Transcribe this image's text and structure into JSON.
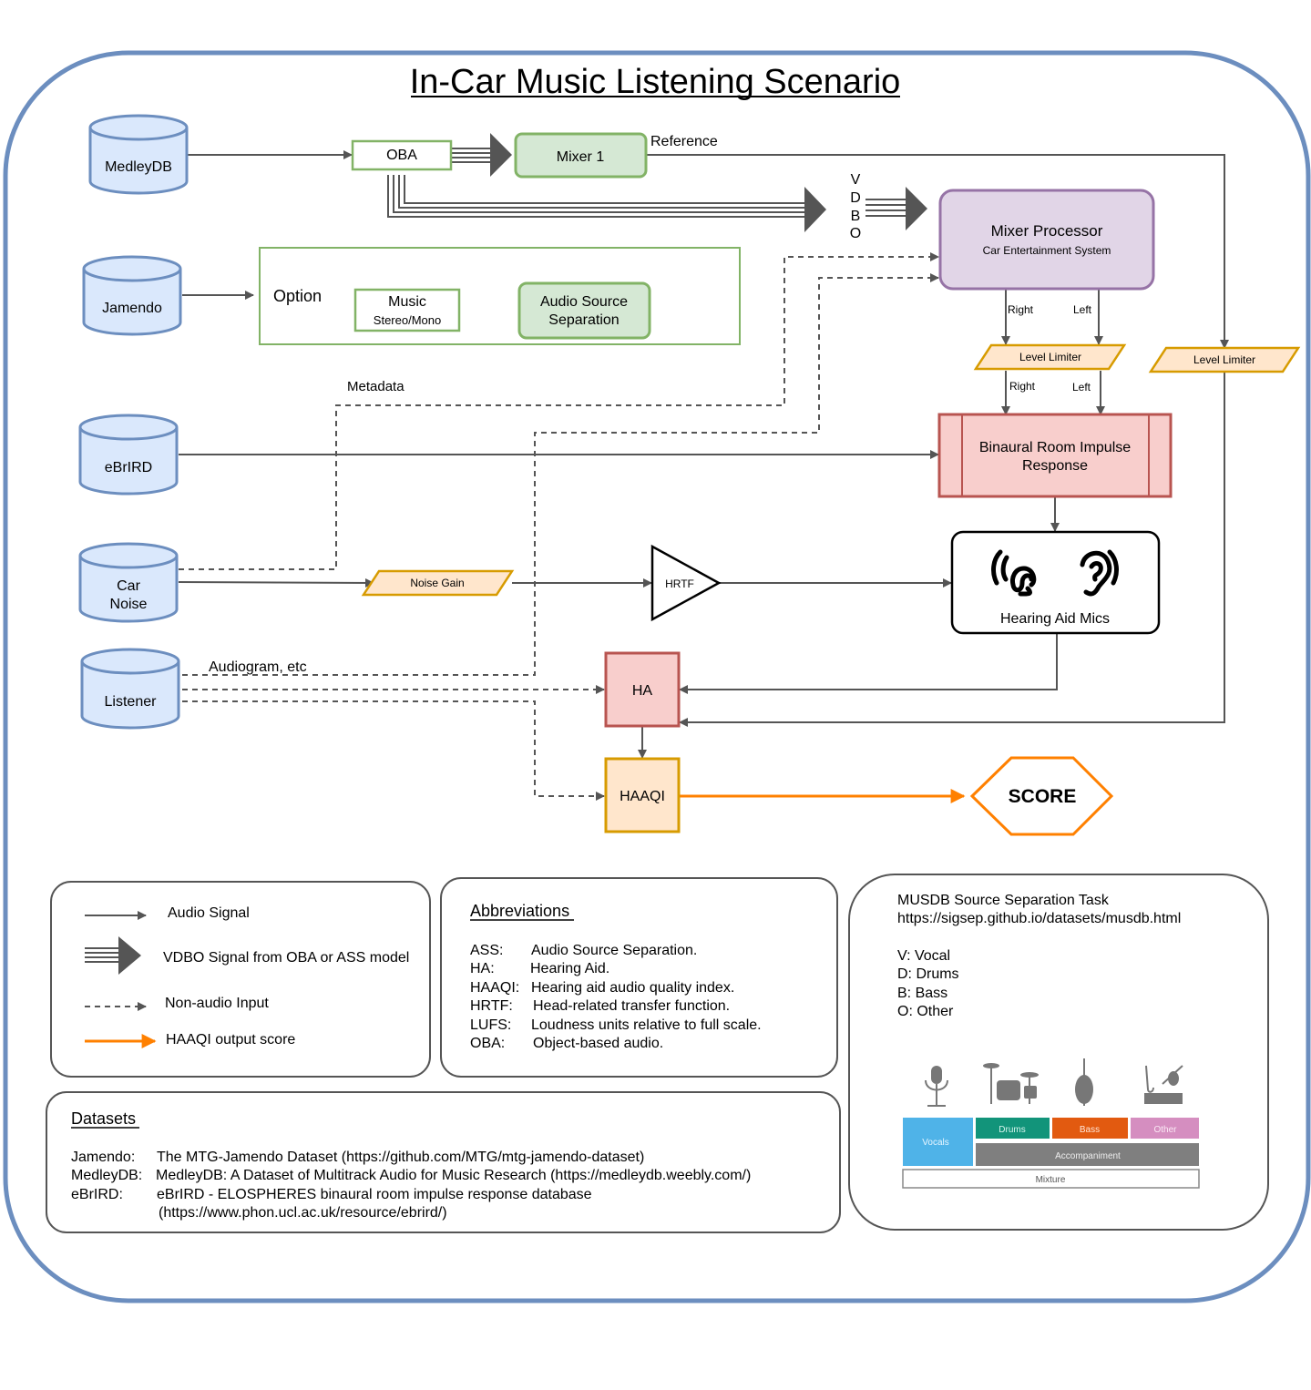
{
  "title": "In-Car Music Listening Scenario",
  "nodes": {
    "medleydb": "MedleyDB",
    "jamendo": "Jamendo",
    "ebrird": "eBrIRD",
    "car_noise": [
      "Car",
      "Noise"
    ],
    "listener": "Listener",
    "oba": "OBA",
    "mixer1": "Mixer 1",
    "reference": "Reference",
    "vdbo": [
      "V",
      "D",
      "B",
      "O"
    ],
    "mixer_processor": "Mixer Processor",
    "mixer_processor_sub": "Car Entertainment System",
    "option": "Option",
    "music": "Music",
    "music_sub": "Stereo/Mono",
    "ass": [
      "Audio Source",
      "Separation"
    ],
    "right_1": "Right",
    "left_1": "Left",
    "level_limiter_1": "Level Limiter",
    "level_limiter_2": "Level Limiter",
    "right_2": "Right",
    "left_2": "Left",
    "metadata": "Metadata",
    "brir": [
      "Binaural Room Impulse",
      "Response"
    ],
    "noise_gain": "Noise Gain",
    "hrtf": "HRTF",
    "hearing_aid_mics": "Hearing Aid Mics",
    "audiogram": "Audiogram, etc",
    "ha": "HA",
    "haaqi": "HAAQI",
    "score": "SCORE"
  },
  "legend": {
    "audio_signal": "Audio Signal",
    "vdbo_signal": "VDBO Signal from OBA or ASS model",
    "non_audio": "Non-audio Input",
    "haaqi_output": "HAAQI output score"
  },
  "abbreviations": {
    "heading": "Abbreviations",
    "items": [
      {
        "abbr": "ASS:",
        "def": "Audio Source Separation."
      },
      {
        "abbr": "HA:",
        "def": "Hearing Aid."
      },
      {
        "abbr": "HAAQI:",
        "def": "Hearing aid audio quality index."
      },
      {
        "abbr": "HRTF:",
        "def": "Head-related transfer function."
      },
      {
        "abbr": "LUFS:",
        "def": "Loudness units relative to full scale."
      },
      {
        "abbr": "OBA:",
        "def": "Object-based audio."
      }
    ]
  },
  "datasets": {
    "heading": "Datasets",
    "items": [
      {
        "name": "Jamendo:",
        "desc": "The MTG-Jamendo Dataset (https://github.com/MTG/mtg-jamendo-dataset)"
      },
      {
        "name": "MedleyDB:",
        "desc": "MedleyDB: A Dataset of Multitrack Audio for Music Research (https://medleydb.weebly.com/)"
      },
      {
        "name": "eBrIRD:",
        "desc": "eBrIRD - ELOSPHERES binaural room impulse response database"
      },
      {
        "name": "",
        "desc": "(https://www.phon.ucl.ac.uk/resource/ebrird/)"
      }
    ]
  },
  "musdb": {
    "heading": "MUSDB Source Separation Task",
    "url": "https://sigsep.github.io/datasets/musdb.html",
    "items": [
      "V: Vocal",
      "D: Drums",
      "B: Bass",
      "O: Other"
    ],
    "boxes": {
      "vocals": "Vocals",
      "drums": "Drums",
      "bass": "Bass",
      "other": "Other",
      "accompaniment": "Accompaniment",
      "mixture": "Mixture"
    }
  },
  "colors": {
    "outer_frame": "#6c8ebf",
    "db_fill": "#dae8fc",
    "db_stroke": "#6c8ebf",
    "green_fill": "#d5e8d4",
    "green_stroke": "#82b366",
    "purple_fill": "#e1d5e7",
    "purple_stroke": "#9673a6",
    "red_fill": "#f8cecc",
    "red_stroke": "#b85450",
    "orange_fill": "#ffe6cc",
    "orange_stroke": "#d79b00",
    "haaqi_arrow": "#ff8000",
    "line": "#555555",
    "vocals": "#4fb3e8",
    "drums": "#12947a",
    "bass": "#e25a10",
    "other": "#d58ec0",
    "accompaniment": "#7f7f7f"
  }
}
